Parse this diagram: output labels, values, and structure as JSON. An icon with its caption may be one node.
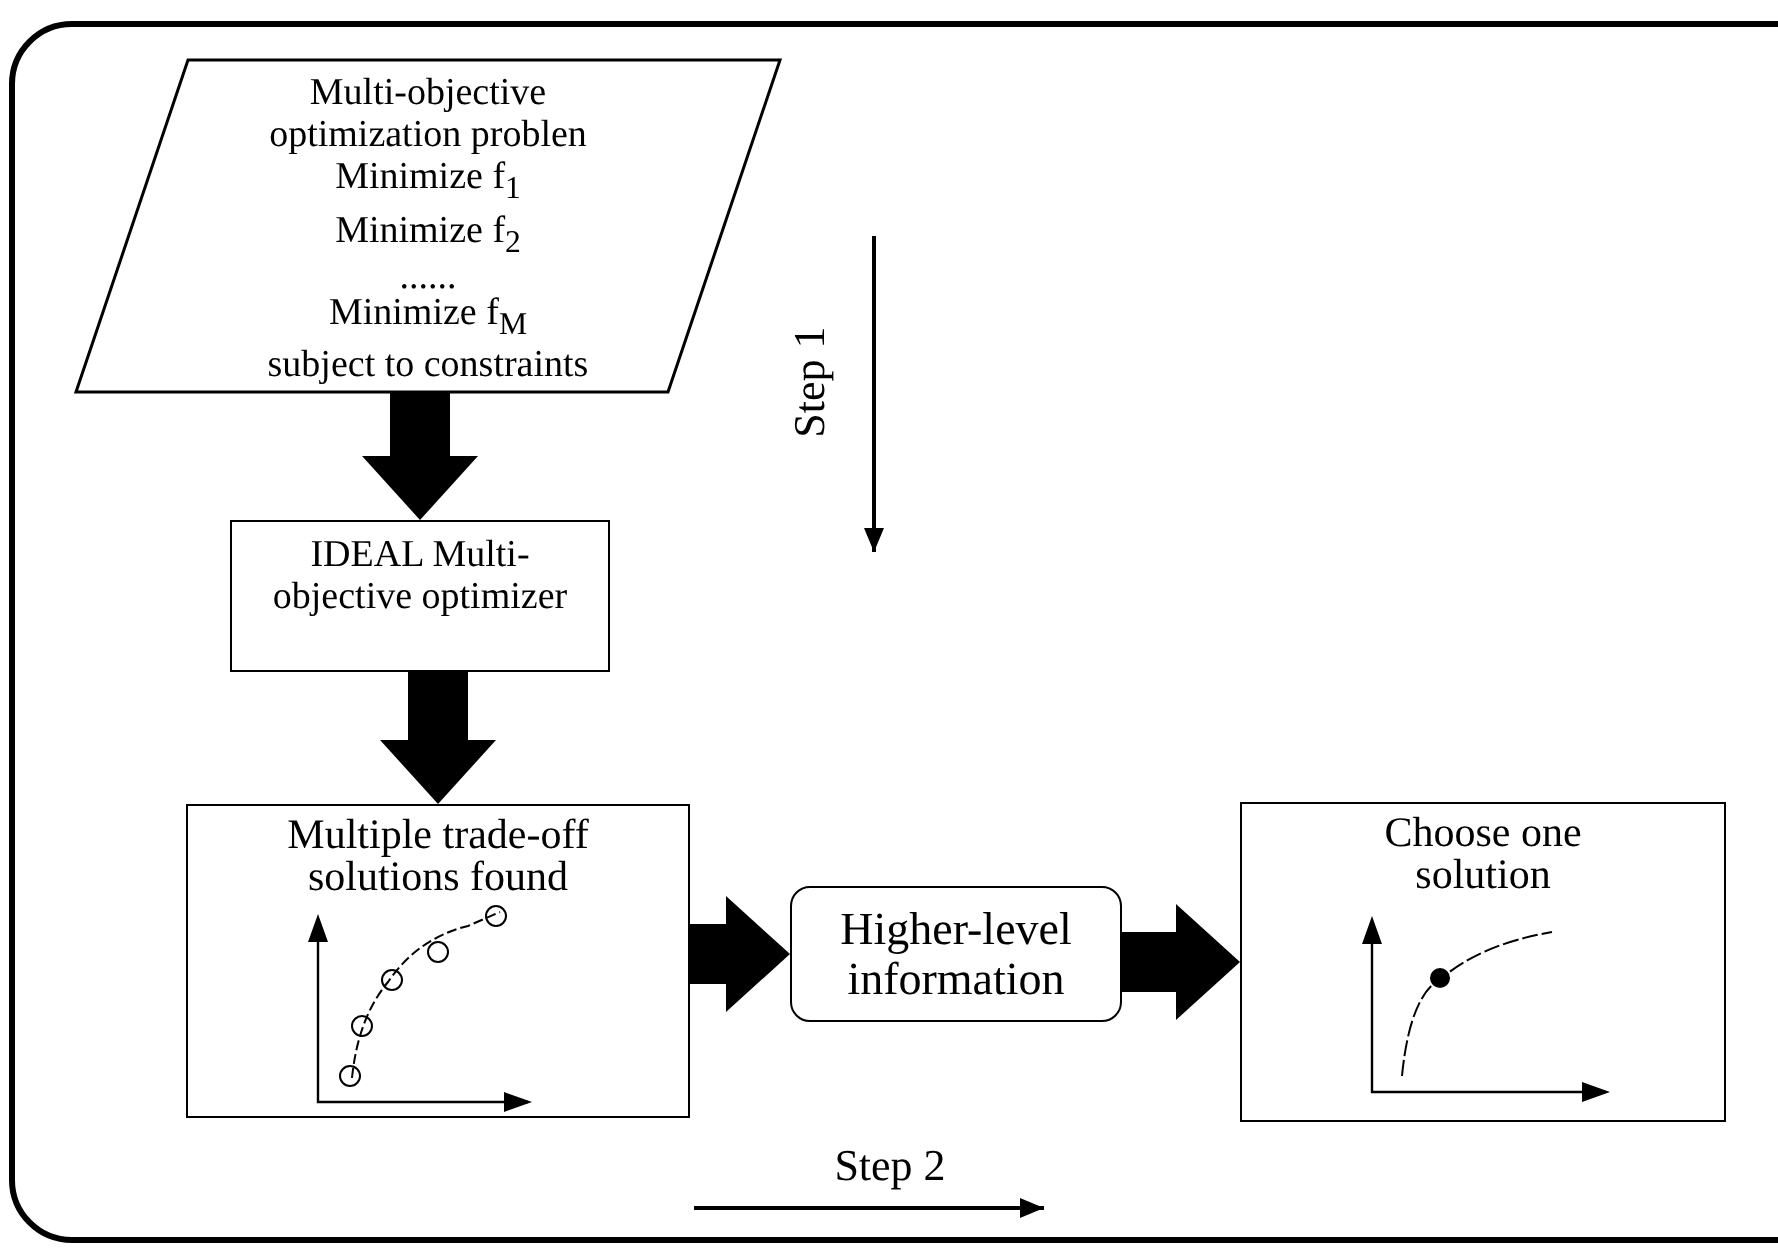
{
  "diagram": {
    "nodes": [
      {
        "text": [
          "Multi-objective optimization problen",
          "Minimize f$_{1}$",
          "Minimize f$_{2}$",
          "......",
          "Minimize f$_{M}$",
          "subject to constraints"
        ]
      },
      {
        "text": [
          "IDEAL Multi-objective optimizer"
        ]
      },
      {
        "text": [
          "Multiple trade-off solutions found"
        ]
      },
      {
        "text": [
          "Higher-level information"
        ]
      },
      {
        "text": [
          "Choose one solution"
        ]
      }
    ],
    "edges": [
      {
        "from": 0,
        "to": 1,
        "arrow": "to"
      },
      {
        "from": 1,
        "to": 2,
        "arrow": "to"
      },
      {
        "from": 2,
        "to": 3,
        "arrow": "to"
      },
      {
        "from": 3,
        "to": 4,
        "arrow": "to"
      }
    ],
    "labels": [
      "Step 1",
      "Step 2"
    ]
  }
}
